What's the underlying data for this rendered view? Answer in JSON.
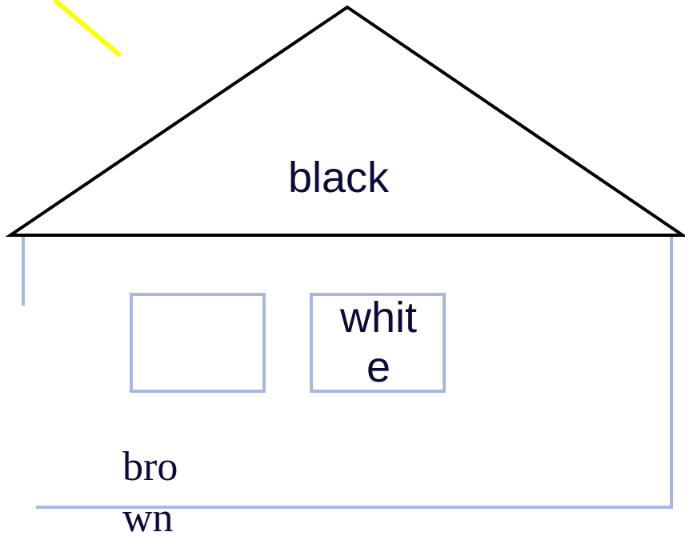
{
  "labels": {
    "roof": "black",
    "window_line1": "whit",
    "window_line2": "e",
    "wall_line1": "bro",
    "wall_line2": "wn"
  },
  "colors": {
    "roof_outline": "#000000",
    "walls": "#a9b7e0",
    "windows": "#a9b7e0",
    "sun_ray": "#ffff00",
    "text": "#0b0b3a"
  }
}
